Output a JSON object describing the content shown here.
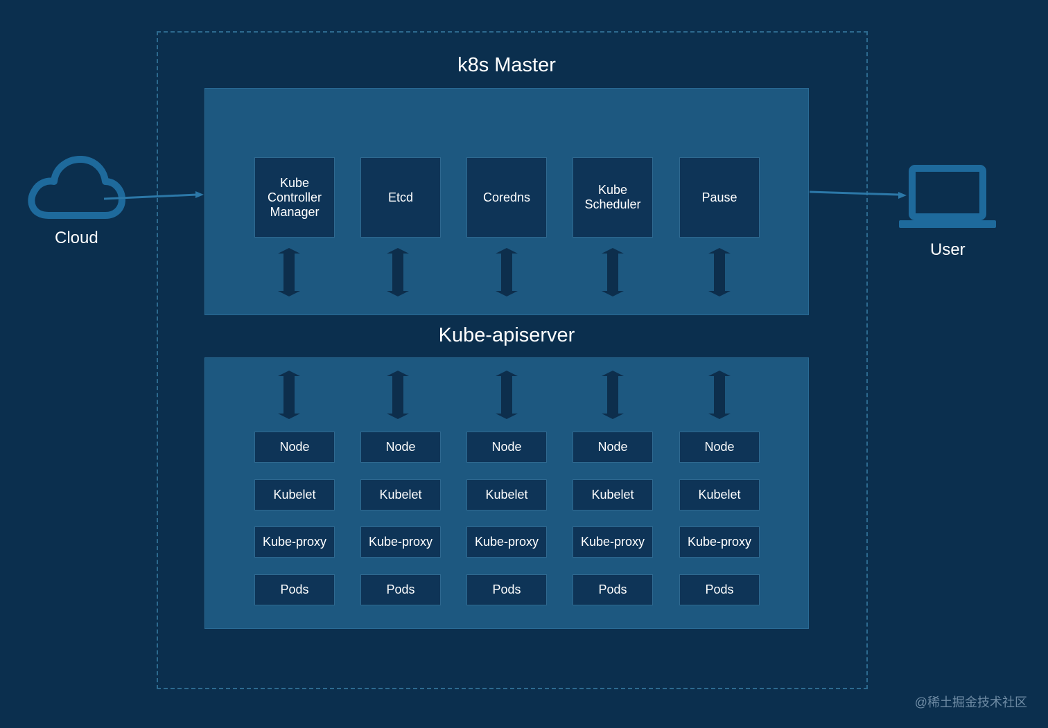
{
  "diagram": {
    "master_title": "k8s Master",
    "apiserver_title": "Kube-apiserver",
    "cloud_label": "Cloud",
    "user_label": "User",
    "master_components": [
      "Kube\nController\nManager",
      "Etcd",
      "Coredns",
      "Kube\nScheduler",
      "Pause"
    ],
    "node_columns": [
      {
        "node": "Node",
        "kubelet": "Kubelet",
        "proxy": "Kube-proxy",
        "pods": "Pods"
      },
      {
        "node": "Node",
        "kubelet": "Kubelet",
        "proxy": "Kube-proxy",
        "pods": "Pods"
      },
      {
        "node": "Node",
        "kubelet": "Kubelet",
        "proxy": "Kube-proxy",
        "pods": "Pods"
      },
      {
        "node": "Node",
        "kubelet": "Kubelet",
        "proxy": "Kube-proxy",
        "pods": "Pods"
      },
      {
        "node": "Node",
        "kubelet": "Kubelet",
        "proxy": "Kube-proxy",
        "pods": "Pods"
      }
    ],
    "watermark": "@稀土掘金技术社区",
    "colors": {
      "background": "#0b2f4e",
      "panel": "#1d5880",
      "box": "#0e3457",
      "accent": "#2d6a8f"
    },
    "icons": [
      "cloud-icon",
      "laptop-icon",
      "double-arrow-icon"
    ]
  }
}
